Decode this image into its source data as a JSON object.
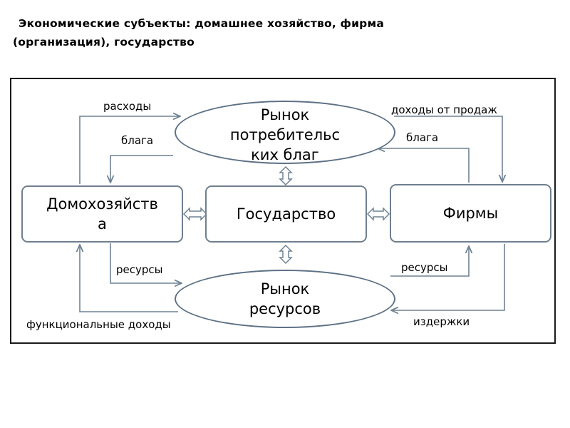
{
  "title": {
    "line1": "Экономические субъекты: домашнее хозяйство, фирма",
    "line2": "(организация),  государство"
  },
  "nodes": {
    "consumer_market": [
      "Рынок",
      "потребительс",
      "ких благ"
    ],
    "households": [
      "Домохозяйств",
      "а"
    ],
    "state": "Государство",
    "firms": "Фирмы",
    "resource_market": [
      "Рынок",
      "ресурсов"
    ]
  },
  "flows": {
    "expenses": "расходы",
    "goods_left": "блага",
    "sales_income": "доходы от продаж",
    "goods_right": "блага",
    "resources_left": "ресурсы",
    "resources_right": "ресурсы",
    "functional_income": "функциональные доходы",
    "costs": "издержки"
  },
  "colors": {
    "arrow": "#6f8294",
    "box_border": "#6f7f8f",
    "frame": "#1a1a1a"
  }
}
